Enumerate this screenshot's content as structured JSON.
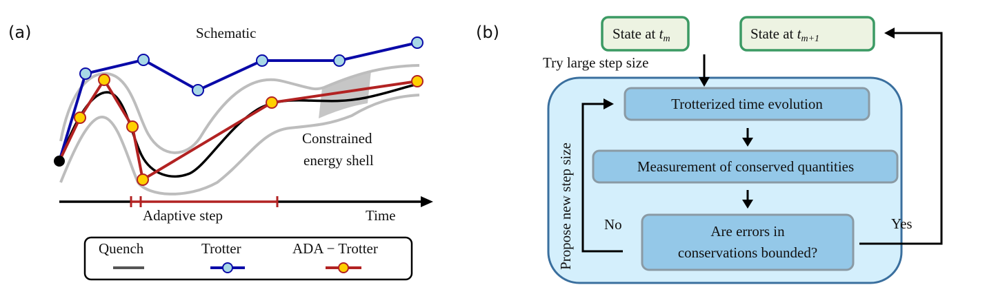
{
  "panel_a": {
    "label": "(a)",
    "title": "Schematic",
    "annotation_line1": "Constrained",
    "annotation_line2": "energy shell",
    "axis_label": "Time",
    "step_label": "Adaptive step",
    "legend": {
      "items": [
        {
          "label": "Quench",
          "color": "#555555",
          "marker": "none"
        },
        {
          "label": "Trotter",
          "color": "#0a0aa8",
          "marker_fill": "#a8d8e6"
        },
        {
          "label": "ADA − Trotter",
          "color": "#b22222",
          "marker_fill": "#ffd000"
        }
      ]
    },
    "colors": {
      "quench": "#000000",
      "shell": "#bdbdbd",
      "shade": "#b8b8b8",
      "trotter_line": "#0a0aa8",
      "trotter_marker": "#a8d8e6",
      "ada_line": "#b22222",
      "ada_marker": "#ffd000",
      "axis": "#000000"
    }
  },
  "panel_b": {
    "label": "(b)",
    "state_tm": {
      "prefix": "State at ",
      "var": "t",
      "sub": "m"
    },
    "state_tm1": {
      "prefix": "State at ",
      "var": "t",
      "sub": "m+1"
    },
    "try_label": "Try large step size",
    "loop_label": "Propose new step size",
    "box1": "Trotterized time evolution",
    "box2": "Measurement of conserved quantities",
    "box3_line1": "Are errors in",
    "box3_line2": "conservations bounded?",
    "no_label": "No",
    "yes_label": "Yes",
    "colors": {
      "state_fill": "#edf3e2",
      "state_border": "#3c9a64",
      "outer_fill": "#d4effc",
      "outer_border": "#3a6f9e",
      "box_fill": "#94c8e8",
      "box_border": "#8a9aa4"
    }
  }
}
